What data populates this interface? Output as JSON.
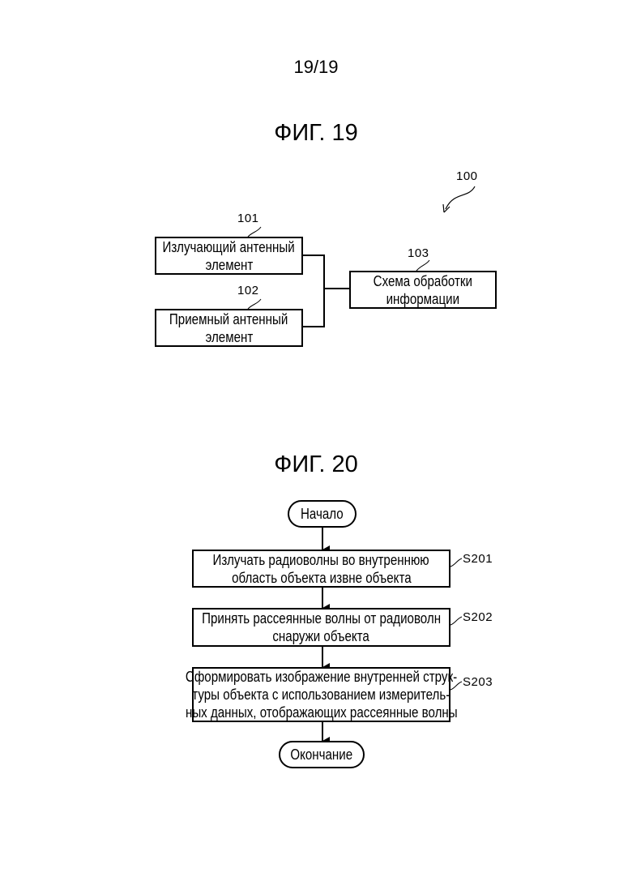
{
  "page": {
    "number": "19/19"
  },
  "fig19": {
    "title": "ФИГ. 19",
    "system_ref": "100",
    "blocks": [
      {
        "ref": "101",
        "lines": [
          "Излучающий антенный",
          "элемент"
        ]
      },
      {
        "ref": "102",
        "lines": [
          "Приемный антенный",
          "элемент"
        ]
      },
      {
        "ref": "103",
        "lines": [
          "Схема обработки",
          "информации"
        ]
      }
    ]
  },
  "fig20": {
    "title": "ФИГ. 20",
    "start": "Начало",
    "end": "Окончание",
    "steps": [
      {
        "id": "S201",
        "lines": [
          "Излучать радиоволны во внутреннюю",
          "область объекта извне объекта"
        ]
      },
      {
        "id": "S202",
        "lines": [
          "Принять рассеянные волны от радиоволн",
          "снаружи объекта"
        ]
      },
      {
        "id": "S203",
        "lines": [
          "Сформировать изображение внутренней струк-",
          "туры объекта с использованием измеритель-",
          "ных данных, отображающих рассеянные волны"
        ]
      }
    ]
  }
}
